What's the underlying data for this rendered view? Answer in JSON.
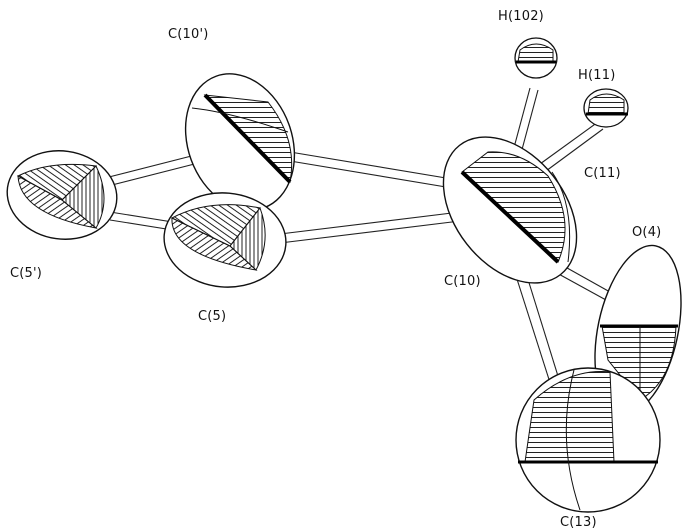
{
  "atoms": [
    {
      "id": "C10p",
      "label": "C(10')"
    },
    {
      "id": "C5p",
      "label": "C(5')"
    },
    {
      "id": "C5",
      "label": "C(5)"
    },
    {
      "id": "C10",
      "label": "C(10)"
    },
    {
      "id": "C11",
      "label": "C(11)"
    },
    {
      "id": "H102",
      "label": "H(102)"
    },
    {
      "id": "H11",
      "label": "H(11)"
    },
    {
      "id": "O4",
      "label": "O(4)"
    },
    {
      "id": "C13",
      "label": "C(13)"
    }
  ]
}
